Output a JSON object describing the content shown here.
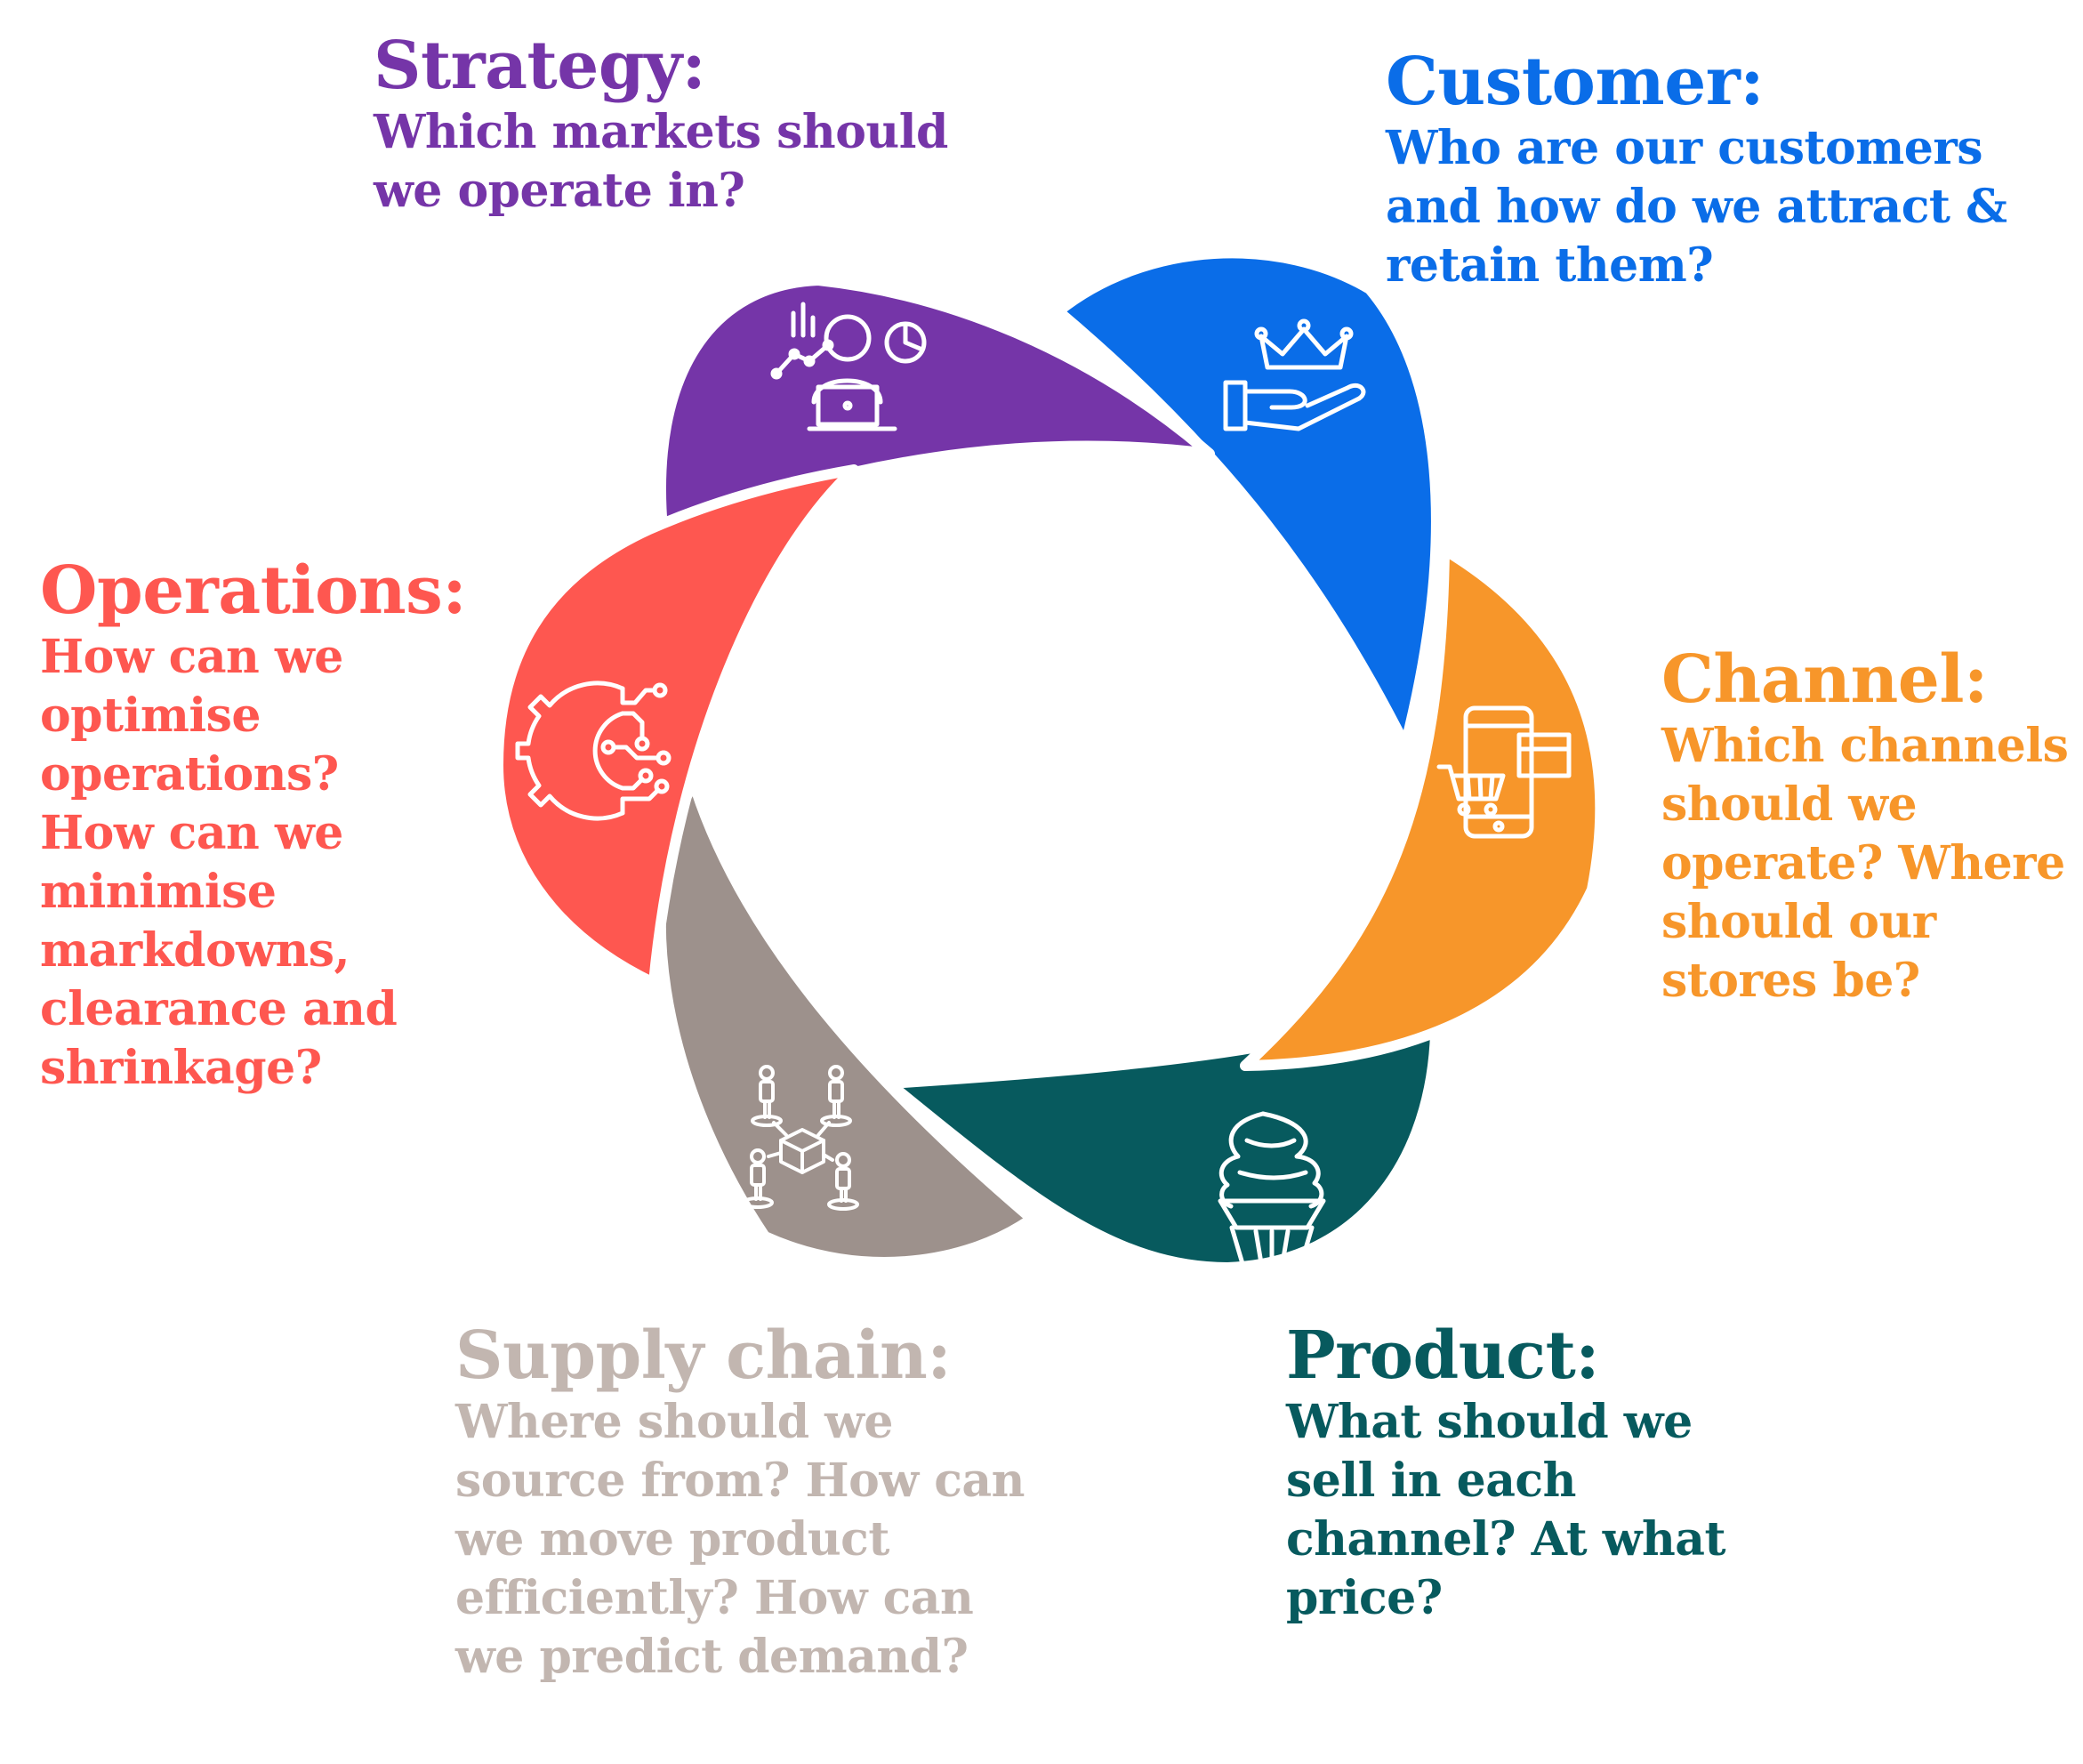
{
  "segments": [
    {
      "id": "strategy",
      "title": "Strategy:",
      "question": "Which markets should we operate in?",
      "color": "#7535a8",
      "icon": "analyst-laptop-chart-icon"
    },
    {
      "id": "customer",
      "title": "Customer:",
      "question": "Who are our customers and how do we attract & retain them?",
      "color": "#0a6de8",
      "icon": "hand-crown-icon"
    },
    {
      "id": "channel",
      "title": "Channel:",
      "question": "Which channels should we operate? Where should our stores be?",
      "color": "#f7962a",
      "icon": "phone-cart-icon"
    },
    {
      "id": "product",
      "title": "Product:",
      "question": "What should we sell in each channel? At what price?",
      "color": "#075a5e",
      "icon": "cupcake-icon"
    },
    {
      "id": "supply",
      "title": "Supply chain:",
      "question": "Where should we source from? How can we move product efficiently? How can we predict demand?",
      "color": "#9d918c",
      "text_color": "#c2b6b0",
      "icon": "people-network-box-icon"
    },
    {
      "id": "operations",
      "title": "Operations:",
      "question": "How can we optimise operations? How can we minimise markdowns, clearance and shrinkage?",
      "color": "#fe5750",
      "icon": "gear-circuit-icon"
    }
  ]
}
